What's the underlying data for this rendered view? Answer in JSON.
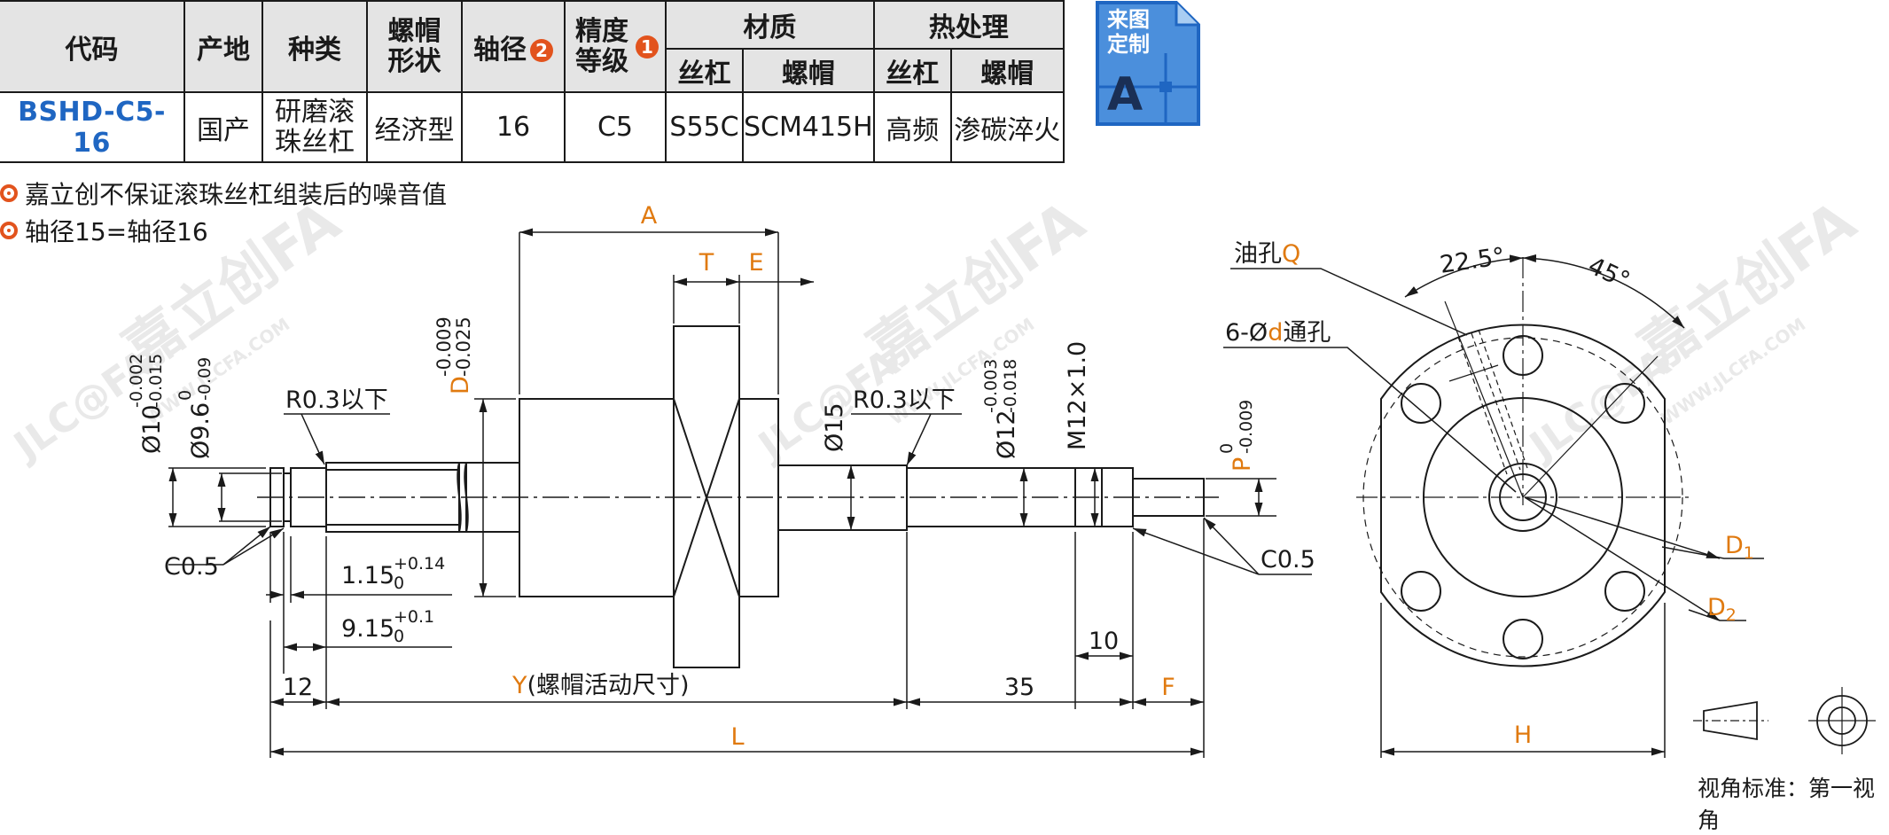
{
  "table": {
    "headers": {
      "code": "代码",
      "origin": "产地",
      "type": "种类",
      "nut_shape": "螺帽形状",
      "shaft_dia": "轴径",
      "shaft_dia_badge": "2",
      "precision": "精度等级",
      "precision_badge": "1",
      "material": "材质",
      "heat_treatment": "热处理",
      "sub_screw": "丝杠",
      "sub_nut": "螺帽"
    },
    "row": {
      "code": "BSHD-C5-16",
      "origin": "国产",
      "type": "研磨滚珠丝杠",
      "nut_shape": "经济型",
      "shaft_dia": "16",
      "precision": "C5",
      "material_screw": "S55C",
      "material_nut": "SCM415H",
      "heat_screw": "高频",
      "heat_nut": "渗碳淬火"
    }
  },
  "custom_badge": {
    "line1": "来图",
    "line2": "定制",
    "letter": "A"
  },
  "notes": [
    {
      "text": "嘉立创不保证滚珠丝杠组装后的噪音值"
    },
    {
      "text": "轴径15=轴径16"
    }
  ],
  "watermark": {
    "brand": "嘉立创FA",
    "logo": "JLC@FA",
    "url": "WWW.JLCFA.COM"
  },
  "drawing": {
    "dim_A": "A",
    "dim_T": "T",
    "dim_E": "E",
    "dim_D": "D",
    "dim_D_tol_upper": "-0.009",
    "dim_D_tol_lower": "-0.025",
    "dia10": "Ø10",
    "dia10_tol_upper": "-0.002",
    "dia10_tol_lower": "-0.015",
    "dia96": "Ø9.6",
    "dia96_tol_upper": "0",
    "dia96_tol_lower": "-0.09",
    "r03_left": "R0.3以下",
    "r03_right": "R0.3以下",
    "dia15": "Ø15",
    "dia12": "Ø12",
    "dia12_tol_upper": "-0.003",
    "dia12_tol_lower": "-0.018",
    "m12": "M12×1.0",
    "dim_P": "P",
    "p_tol_upper": "0",
    "p_tol_lower": "-0.009",
    "c05_left": "C0.5",
    "c05_right": "C0.5",
    "d115": "1.15",
    "d115_tol_upper": "+0.14",
    "d115_tol_lower": "0",
    "d915": "9.15",
    "d915_tol_upper": "+0.1",
    "d915_tol_lower": "0",
    "dim_10": "10",
    "dim_12": "12",
    "dim_Y": "Y",
    "dim_Y_note": "(螺帽活动尺寸)",
    "dim_35": "35",
    "dim_F": "F",
    "dim_L": "L",
    "oil_hole_prefix": "油孔",
    "oil_hole_Q": "Q",
    "holes_prefix": "6-Ø",
    "holes_d": "d",
    "holes_suffix": "通孔",
    "angle_225": "22.5°",
    "angle_45": "45°",
    "D1": "D",
    "D1_sub": "1",
    "D2": "D",
    "D2_sub": "2",
    "dim_H": "H"
  },
  "footer": "视角标准：第一视角",
  "colors": {
    "orange": "#e07a10",
    "blue": "#1f66c2",
    "badge": "#e2531d",
    "header_bg": "#e4e4e4",
    "line": "#1a1a1a"
  }
}
